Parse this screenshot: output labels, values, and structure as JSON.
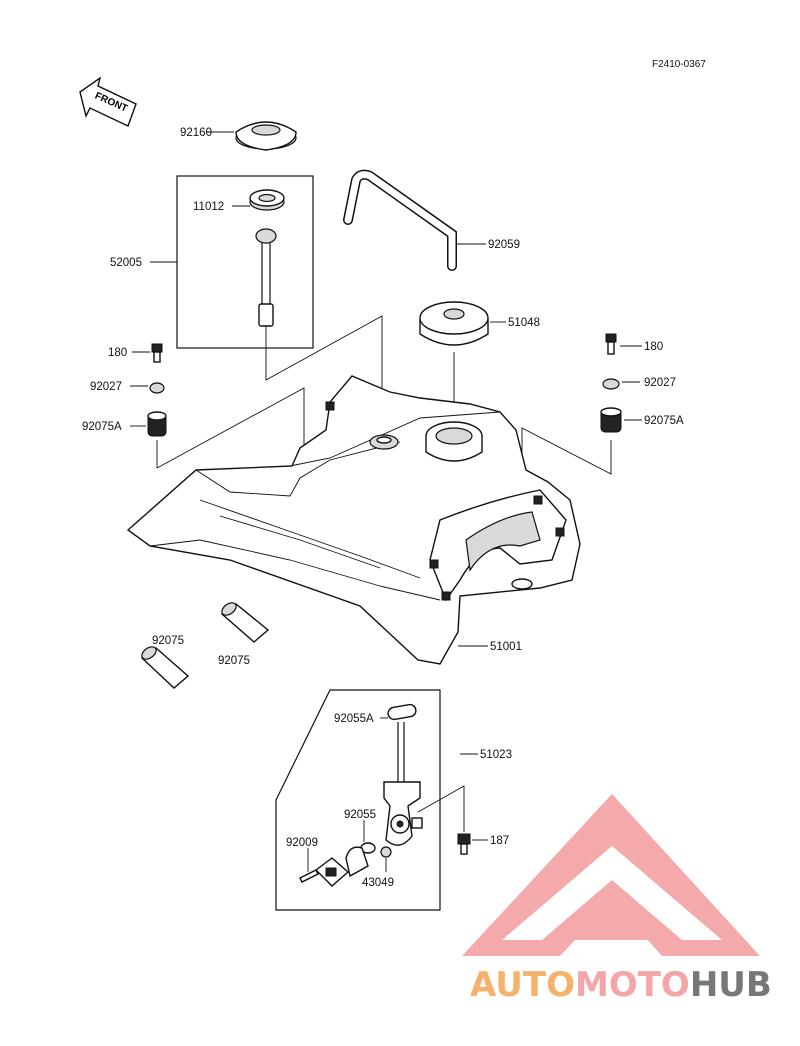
{
  "diagram": {
    "code": "F2410-0367",
    "front_label": "FRONT",
    "parts": {
      "p92160": "92160",
      "p11012": "11012",
      "p52005": "52005",
      "p92059": "92059",
      "p51048": "51048",
      "p180_left": "180",
      "p180_right": "180",
      "p92027_left": "92027",
      "p92027_right": "92027",
      "p92075A_left": "92075A",
      "p92075A_right": "92075A",
      "p92075_a": "92075",
      "p92075_b": "92075",
      "p51001": "51001",
      "p92055A": "92055A",
      "p51023": "51023",
      "p92055": "92055",
      "p92009": "92009",
      "p187": "187",
      "p43049": "43049"
    }
  },
  "watermark": {
    "part1": "AUTO",
    "part2": "MOTO",
    "part3": "HUB",
    "color_orange": "#f6b26b",
    "color_pink": "#f4a6a6",
    "color_gray": "#777777"
  }
}
